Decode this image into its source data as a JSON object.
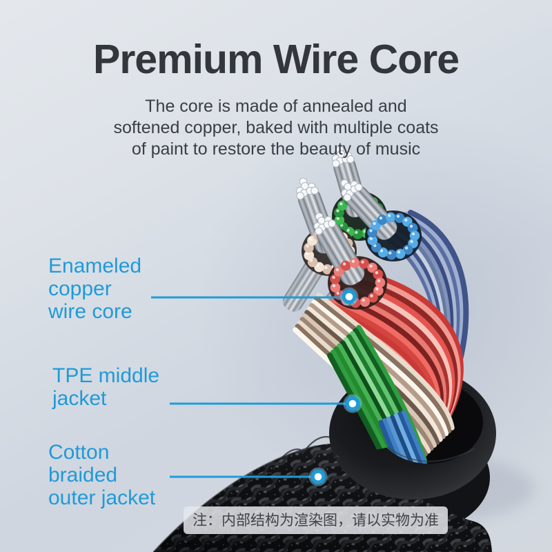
{
  "header": {
    "title": "Premium Wire Core",
    "subtitle_lines": [
      "The core is made of annealed and",
      "softened copper, baked with multiple coats",
      "of paint to restore the beauty of music"
    ]
  },
  "callouts": [
    {
      "label_lines": [
        "Enameled",
        "copper",
        "wire core"
      ]
    },
    {
      "label_lines": [
        "TPE middle",
        "jacket"
      ]
    },
    {
      "label_lines": [
        "Cotton",
        "braided",
        "outer jacket"
      ]
    }
  ],
  "note": "注：内部结构为渲染图，请以实物为准",
  "colors": {
    "accent_blue": "#1f9ad8",
    "title_text": "#33363b",
    "body_text": "#3a3e44",
    "note_text": "#3f4348",
    "wire_red": "#e05250",
    "wire_green": "#3fae4e",
    "wire_blue": "#4f94d8",
    "wire_steel_blue": "#6c81b0",
    "wire_cream": "#f2e2d4",
    "copper_silver": "#c7ccd2",
    "jacket_black": "#1a1b1e"
  }
}
